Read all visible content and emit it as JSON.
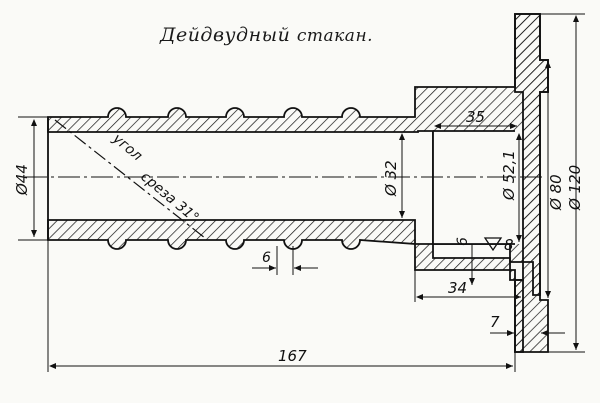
{
  "title_main": "Дейдвудный",
  "title_sub": "стакан.",
  "dimensions": {
    "d44": "Ø44",
    "d32": "Ø 32",
    "d52": "Ø 52,1",
    "d80": "Ø 80",
    "d120": "Ø 120",
    "l35": "35",
    "l34": "34",
    "l6_bottom": "6",
    "l6_vert": "6",
    "l7": "7",
    "l167": "167",
    "finish": "8"
  },
  "annotation": {
    "line1": "угол",
    "line2": "среза 31°"
  }
}
